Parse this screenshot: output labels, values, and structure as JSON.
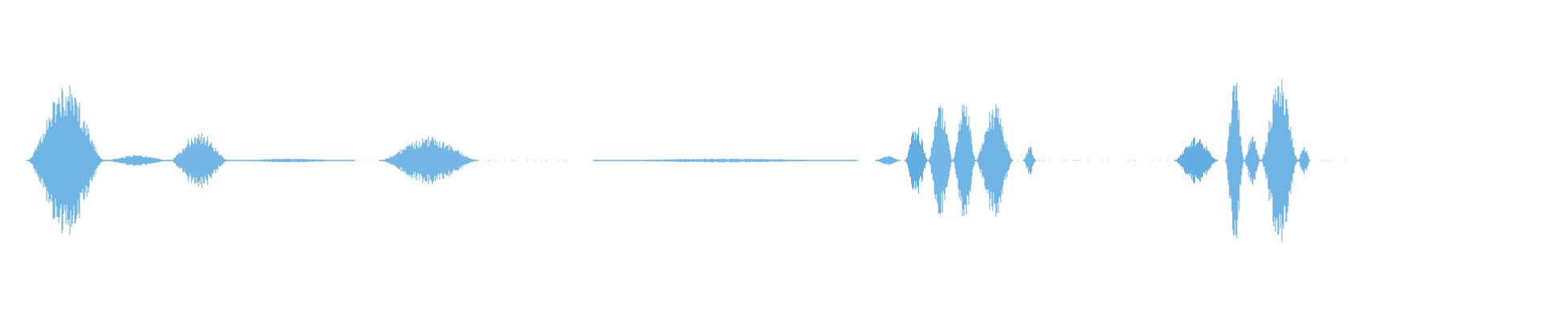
{
  "waveform": {
    "color": "#62ADE2",
    "background": "#FFFFFF",
    "segments": [
      {
        "start": 0.0175,
        "end": 0.0675,
        "peak": 0.8
      },
      {
        "start": 0.0675,
        "end": 0.11,
        "peak": 0.06
      },
      {
        "start": 0.11,
        "end": 0.148,
        "peak": 0.3
      },
      {
        "start": 0.148,
        "end": 0.23,
        "peak": 0.02
      },
      {
        "start": 0.246,
        "end": 0.31,
        "peak": 0.25
      },
      {
        "start": 0.385,
        "end": 0.556,
        "peak": 0.02
      },
      {
        "start": 0.568,
        "end": 0.584,
        "peak": 0.05
      },
      {
        "start": 0.587,
        "end": 0.602,
        "peak": 0.38
      },
      {
        "start": 0.602,
        "end": 0.618,
        "peak": 0.6
      },
      {
        "start": 0.618,
        "end": 0.633,
        "peak": 0.63
      },
      {
        "start": 0.633,
        "end": 0.657,
        "peak": 0.6
      },
      {
        "start": 0.664,
        "end": 0.672,
        "peak": 0.15
      },
      {
        "start": 0.762,
        "end": 0.79,
        "peak": 0.26
      },
      {
        "start": 0.795,
        "end": 0.807,
        "peak": 0.9
      },
      {
        "start": 0.807,
        "end": 0.818,
        "peak": 0.26
      },
      {
        "start": 0.818,
        "end": 0.842,
        "peak": 0.88
      },
      {
        "start": 0.842,
        "end": 0.85,
        "peak": 0.16
      }
    ]
  }
}
